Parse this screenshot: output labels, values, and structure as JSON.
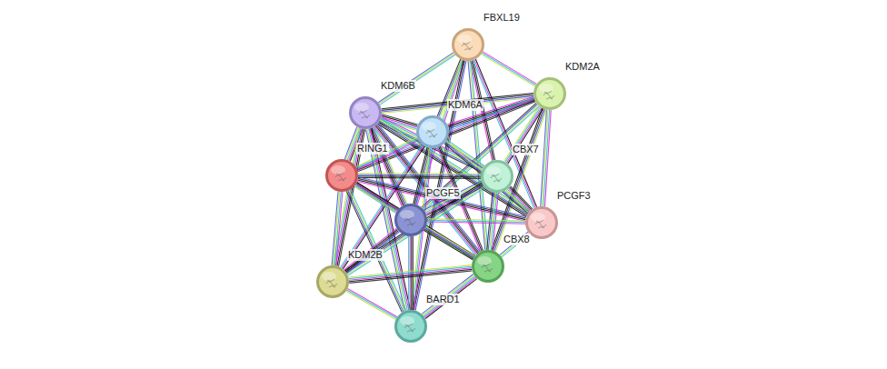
{
  "diagram": {
    "nodes": [
      {
        "text": [
          "FBXL19"
        ]
      },
      {
        "text": [
          "KDM2A"
        ]
      },
      {
        "text": [
          "KDM6B"
        ]
      },
      {
        "text": [
          "KDM6A"
        ]
      },
      {
        "text": [
          "RING1"
        ]
      },
      {
        "text": [
          "CBX7"
        ]
      },
      {
        "text": [
          "PCGF3"
        ]
      },
      {
        "text": [
          "PCGF5"
        ]
      },
      {
        "text": [
          "CBX8"
        ]
      },
      {
        "text": [
          "KDM2B"
        ]
      },
      {
        "text": [
          "BARD1"
        ]
      }
    ],
    "edges": [
      {
        "from": 0,
        "to": 1,
        "arrow": "none"
      },
      {
        "from": 0,
        "to": 2,
        "arrow": "none"
      },
      {
        "from": 0,
        "to": 3,
        "arrow": "none"
      },
      {
        "from": 0,
        "to": 5,
        "arrow": "none"
      },
      {
        "from": 0,
        "to": 6,
        "arrow": "none"
      },
      {
        "from": 0,
        "to": 7,
        "arrow": "none"
      },
      {
        "from": 0,
        "to": 8,
        "arrow": "none"
      },
      {
        "from": 0,
        "to": 10,
        "arrow": "none"
      },
      {
        "from": 1,
        "to": 2,
        "arrow": "none"
      },
      {
        "from": 1,
        "to": 3,
        "arrow": "none"
      },
      {
        "from": 1,
        "to": 4,
        "arrow": "none"
      },
      {
        "from": 1,
        "to": 5,
        "arrow": "none"
      },
      {
        "from": 1,
        "to": 6,
        "arrow": "none"
      },
      {
        "from": 1,
        "to": 7,
        "arrow": "none"
      },
      {
        "from": 1,
        "to": 8,
        "arrow": "none"
      },
      {
        "from": 2,
        "to": 3,
        "arrow": "none"
      },
      {
        "from": 2,
        "to": 4,
        "arrow": "none"
      },
      {
        "from": 2,
        "to": 5,
        "arrow": "none"
      },
      {
        "from": 2,
        "to": 6,
        "arrow": "none"
      },
      {
        "from": 2,
        "to": 7,
        "arrow": "none"
      },
      {
        "from": 2,
        "to": 8,
        "arrow": "none"
      },
      {
        "from": 2,
        "to": 9,
        "arrow": "none"
      },
      {
        "from": 2,
        "to": 10,
        "arrow": "none"
      },
      {
        "from": 3,
        "to": 4,
        "arrow": "none"
      },
      {
        "from": 3,
        "to": 5,
        "arrow": "none"
      },
      {
        "from": 3,
        "to": 6,
        "arrow": "none"
      },
      {
        "from": 3,
        "to": 7,
        "arrow": "none"
      },
      {
        "from": 3,
        "to": 8,
        "arrow": "none"
      },
      {
        "from": 3,
        "to": 9,
        "arrow": "none"
      },
      {
        "from": 3,
        "to": 10,
        "arrow": "none"
      },
      {
        "from": 4,
        "to": 5,
        "arrow": "none"
      },
      {
        "from": 4,
        "to": 6,
        "arrow": "none"
      },
      {
        "from": 4,
        "to": 7,
        "arrow": "none"
      },
      {
        "from": 4,
        "to": 8,
        "arrow": "none"
      },
      {
        "from": 4,
        "to": 9,
        "arrow": "none"
      },
      {
        "from": 4,
        "to": 10,
        "arrow": "none"
      },
      {
        "from": 5,
        "to": 6,
        "arrow": "none"
      },
      {
        "from": 5,
        "to": 7,
        "arrow": "none"
      },
      {
        "from": 5,
        "to": 8,
        "arrow": "none"
      },
      {
        "from": 5,
        "to": 9,
        "arrow": "none"
      },
      {
        "from": 6,
        "to": 7,
        "arrow": "none"
      },
      {
        "from": 6,
        "to": 8,
        "arrow": "none"
      },
      {
        "from": 7,
        "to": 8,
        "arrow": "none"
      },
      {
        "from": 7,
        "to": 9,
        "arrow": "none"
      },
      {
        "from": 7,
        "to": 10,
        "arrow": "none"
      },
      {
        "from": 8,
        "to": 9,
        "arrow": "none"
      },
      {
        "from": 8,
        "to": 10,
        "arrow": "none"
      },
      {
        "from": 9,
        "to": 10,
        "arrow": "none"
      }
    ]
  }
}
